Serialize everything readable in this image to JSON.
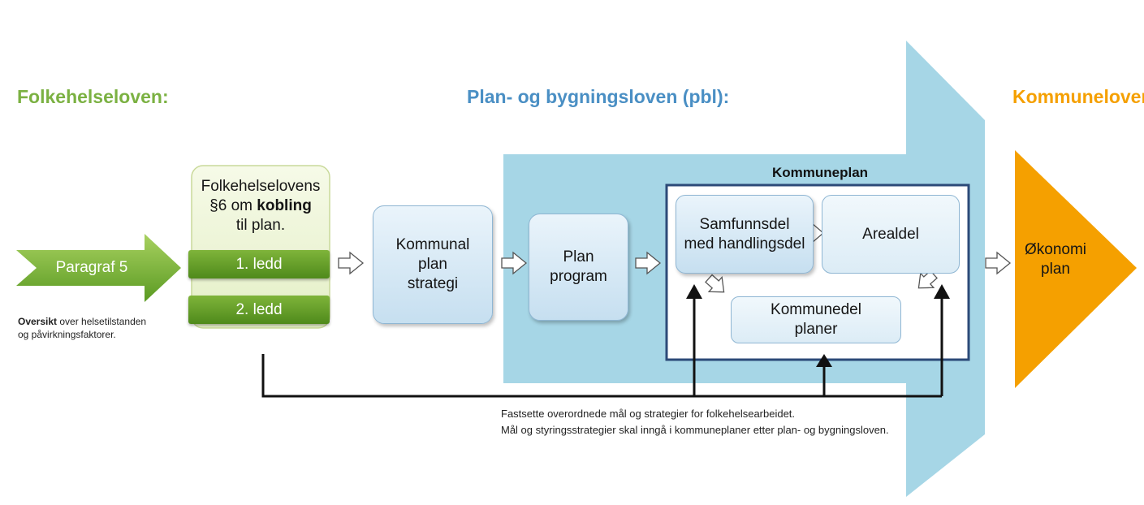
{
  "headings": {
    "folkehelseloven": "Folkehelseloven:",
    "pbl": "Plan- og bygningsloven (pbl):",
    "kommuneloven": "Kommuneloven:"
  },
  "paragraf": {
    "label": "Paragraf 5"
  },
  "oversikt": {
    "bold": "Oversikt",
    "line1_rest": " over helsetilstanden",
    "line2": "og påvirkningsfaktorer."
  },
  "folkehelse_box": {
    "line1": "Folkehelselovens",
    "line2_pre": "§6 om ",
    "line2_bold": "kobling",
    "line3": "til plan.",
    "ledd1": "1. ledd",
    "ledd2": "2. ledd"
  },
  "boxes": {
    "kommunal_plan_strategi": [
      "Kommunal",
      "plan",
      "strategi"
    ],
    "plan_program": [
      "Plan",
      "program"
    ],
    "samfunnsdel": [
      "Samfunnsdel",
      "med handlingsdel"
    ],
    "arealdel": "Arealdel",
    "kommunedel": [
      "Kommunedel",
      "planer"
    ],
    "okonomi": [
      "Økonomi",
      "plan"
    ]
  },
  "kommuneplan_title": "Kommuneplan",
  "footer": {
    "line1": "Fastsette overordnede mål og strategier for folkehelsearbeidet.",
    "line2": "Mål og styringsstrategier skal inngå i kommuneplaner etter plan- og bygningsloven."
  },
  "colors": {
    "green": "#7bb142",
    "blue_heading": "#4a8fc4",
    "orange": "#f5a000",
    "light_blue": "#a6d6e6",
    "dark_blue_border": "#2c4a78"
  }
}
